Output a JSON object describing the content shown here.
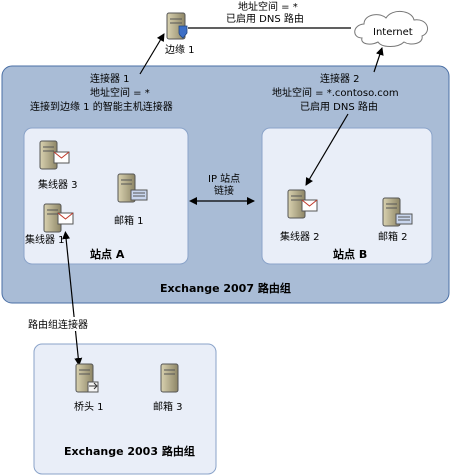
{
  "edge_server": {
    "label": "边缘 1"
  },
  "internet": {
    "label": "Internet"
  },
  "edge_link": {
    "line1": "地址空间 = *",
    "line2": "已启用 DNS 路由"
  },
  "connector1": {
    "line1": "连接器 1",
    "line2": "地址空间 = *",
    "line3": "连接到边缘 1 的智能主机连接器"
  },
  "connector2": {
    "line1": "连接器 2",
    "line2": "地址空间 = *.contoso.com",
    "line3": "已启用 DNS 路由"
  },
  "site_a": {
    "label": "站点 A",
    "servers": {
      "hub3": "集线器 3",
      "hub1": "集线器 1",
      "mbx1": "邮箱 1"
    }
  },
  "site_b": {
    "label": "站点 B",
    "servers": {
      "hub2": "集线器 2",
      "mbx2": "邮箱 2"
    }
  },
  "ip_site_link": {
    "line1": "IP 站点",
    "line2": "链接"
  },
  "exchange2007": {
    "label": "Exchange 2007 路由组"
  },
  "rgc": {
    "label": "路由组连接器"
  },
  "exchange2003": {
    "label": "Exchange 2003 路由组",
    "servers": {
      "bridgehead1": "桥头 1",
      "mbx3": "邮箱 3"
    }
  },
  "colors": {
    "outer_group": "#a9bcd6",
    "site_box": "#e9eef8",
    "border": "#4a6fa5"
  }
}
